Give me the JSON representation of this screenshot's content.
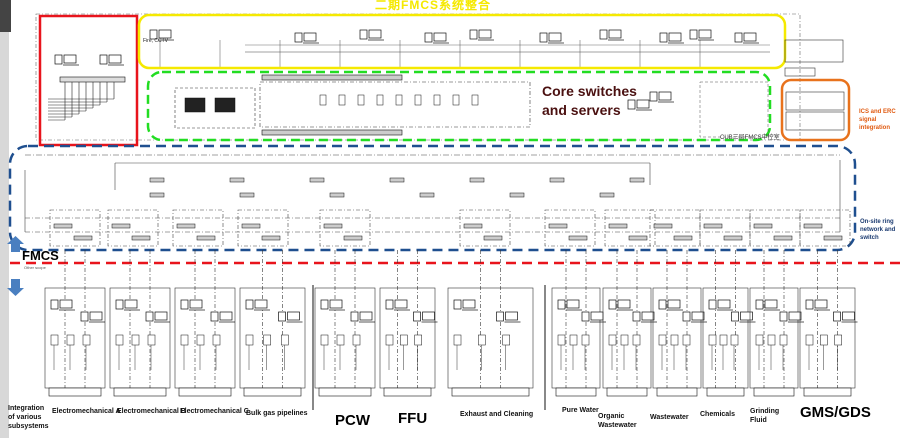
{
  "title": "二期FMCS系统整合",
  "annotations": {
    "core": "Core switches and servers",
    "ics_erc": "ICS and ERC signal integration",
    "ring": "On-site ring network and switch",
    "fmcs": "FMCS",
    "fmcs_sub": "Other scope",
    "cub_room": "CUB三层FMCS中控室",
    "fire_cctv": "Fire, CCTV"
  },
  "subsystems": [
    {
      "label": "Integration of various subsystems",
      "size": "small"
    },
    {
      "label": "Electromechanical A",
      "size": "small"
    },
    {
      "label": "Electromechanical B",
      "size": "small"
    },
    {
      "label": "Electromechanical C",
      "size": "small"
    },
    {
      "label": "Bulk gas pipelines",
      "size": "small"
    },
    {
      "label": "PCW",
      "size": "big"
    },
    {
      "label": "FFU",
      "size": "big"
    },
    {
      "label": "Exhaust and Cleaning",
      "size": "small"
    },
    {
      "label": "Pure Water",
      "size": "small"
    },
    {
      "label": "Organic Wastewater",
      "size": "small"
    },
    {
      "label": "Wastewater",
      "size": "small"
    },
    {
      "label": "Chemicals",
      "size": "small"
    },
    {
      "label": "Grinding Fluid",
      "size": "small"
    },
    {
      "label": "GMS/GDS",
      "size": "big"
    }
  ],
  "colors": {
    "client_box": "#e8141c",
    "field_box": "#f5e900",
    "core_box": "#22dd22",
    "ics_box": "#e8721c",
    "ring": "#1f4f8f",
    "divider": "#e8141c",
    "arrow": "#4a7fc0"
  }
}
